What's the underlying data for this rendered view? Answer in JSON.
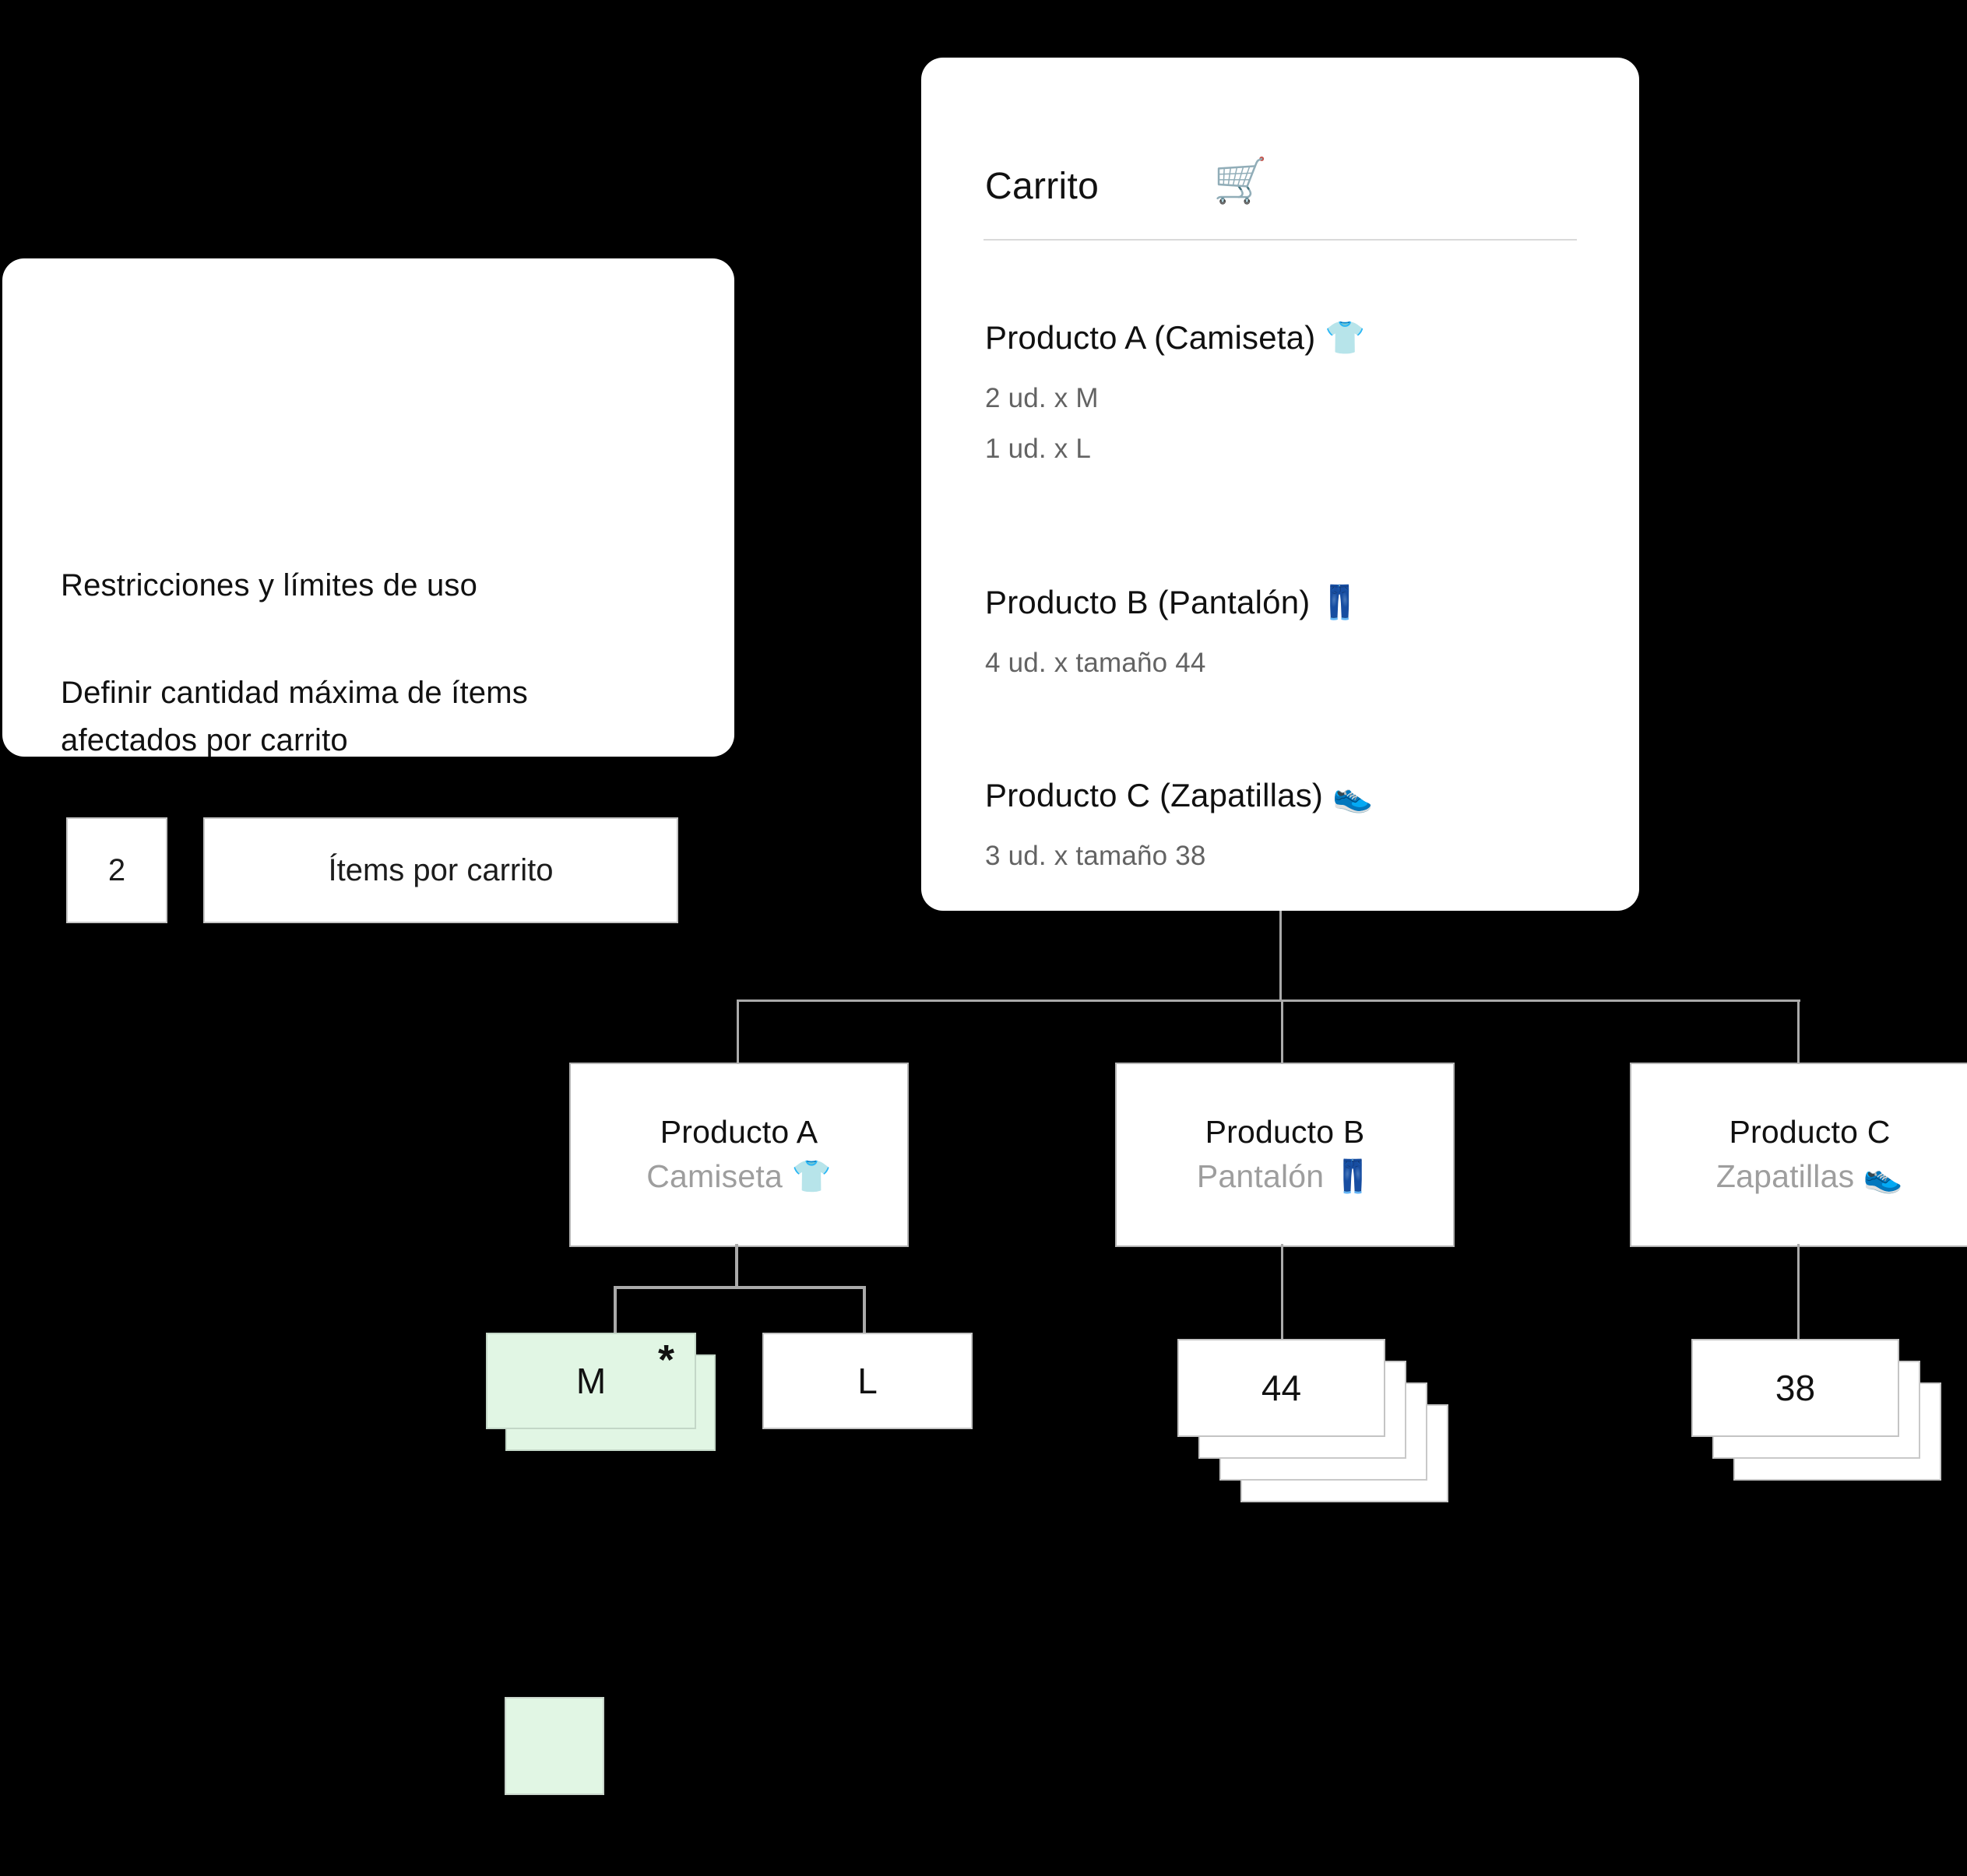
{
  "restrictions_card": {
    "title": "Restricciones y límites de uso",
    "description_line1": "Definir cantidad máxima de ítems",
    "description_line2": "afectados por carrito",
    "quantity_value": "2",
    "quantity_label": "Ítems por carrito"
  },
  "cart_card": {
    "title": "Carrito",
    "cart_icon": "🛒",
    "items": [
      {
        "name": "Producto A (Camiseta)",
        "icon": "👕",
        "lines": [
          "2 ud. x M",
          "1 ud. x L"
        ]
      },
      {
        "name": "Producto B (Pantalón)",
        "icon": "👖",
        "lines": [
          "4 ud. x tamaño 44"
        ]
      },
      {
        "name": "Producto C (Zapatillas)",
        "icon": "👟",
        "lines": [
          "3 ud. x tamaño 38"
        ]
      }
    ]
  },
  "tree": {
    "products": [
      {
        "name": "Producto A",
        "subtitle": "Camiseta",
        "icon": "👕",
        "variants": [
          {
            "label": "M",
            "count": 2,
            "highlighted": true,
            "asterisk": "*"
          },
          {
            "label": "L",
            "count": 1,
            "highlighted": false
          }
        ]
      },
      {
        "name": "Producto B",
        "subtitle": "Pantalón",
        "icon": "👖",
        "variants": [
          {
            "label": "44",
            "count": 4,
            "highlighted": false
          }
        ]
      },
      {
        "name": "Producto C",
        "subtitle": "Zapatillas",
        "icon": "👟",
        "variants": [
          {
            "label": "38",
            "count": 3,
            "highlighted": false
          }
        ]
      }
    ]
  },
  "legend": {
    "highlight_color": "#e1f6e4"
  },
  "colors": {
    "background": "#000000",
    "card": "#ffffff",
    "connector": "#aaaaaa",
    "muted_text": "#636363",
    "subtitle_text": "#9e9e9e",
    "highlight_green": "#e1f6e4"
  }
}
